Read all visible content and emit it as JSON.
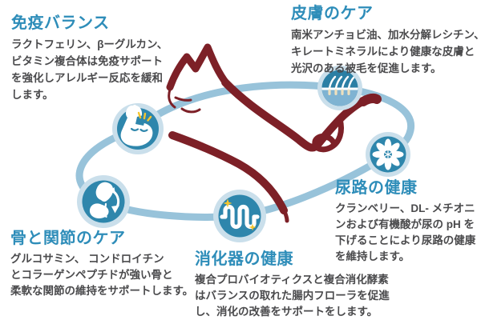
{
  "colors": {
    "heading": "#2E8DB9",
    "body_text": "#4A4A4C",
    "loop": "#98C3DA",
    "cat": "#7D2027",
    "icon_teal": "#2E86AC",
    "icon_ring": "#CADFEB",
    "sparkle_yellow": "#F6C52E",
    "follicle_top": "#2B7FA4",
    "follicle_bottom": "#7FB3D2",
    "hair_root": "#EFE0BD"
  },
  "sections": [
    {
      "id": "immune",
      "heading": "免疫バランス",
      "body": "ラクトフェリン、βーグルカン、\nビタミン複合体は免疫サポート\nを強化しアレルギー反応を緩和\nします。",
      "icon": "muscle-arm-icon"
    },
    {
      "id": "skin",
      "heading": "皮膚のケア",
      "body": "南米アンチョビ油、加水分解レシチン、\nキレートミネラルにより健康な皮膚と\n光沢のある被毛を促進します。",
      "icon": "hair-follicle-icon"
    },
    {
      "id": "urinary",
      "heading": "尿路の健康",
      "body": "クランベリー、DL- メチオニ\nンおよび有機酸が尿の pH を\n下げることにより尿路の健康\nを維持します。",
      "icon": "flower-icon"
    },
    {
      "id": "digestive",
      "heading": "消化器の健康",
      "body": "複合プロバイオティクスと複合消化酵素\nはバランスの取れた腸内フローラを促進\nし、消化の改善をサポートをします。",
      "icon": "intestine-icon"
    },
    {
      "id": "bone_joint",
      "heading": "骨と関節のケア",
      "body": "グルコサミン、 コンドロイチン\nとコラーゲンペプチドが強い骨と\n柔軟な関節の維持をサポートします。",
      "icon": "bone-joint-icon"
    }
  ]
}
